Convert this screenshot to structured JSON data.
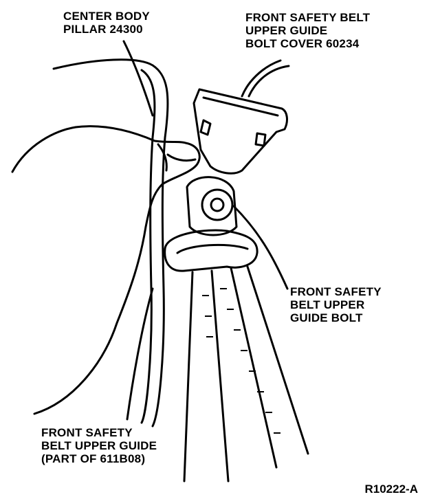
{
  "callouts": {
    "center_body_pillar": [
      "CENTER BODY",
      "PILLAR 24300"
    ],
    "upper_guide_bolt_cover": [
      "FRONT SAFETY BELT",
      "UPPER GUIDE",
      "BOLT COVER 60234"
    ],
    "upper_guide_bolt": [
      "FRONT SAFETY",
      "BELT UPPER",
      "GUIDE BOLT"
    ],
    "upper_guide": [
      "FRONT SAFETY",
      "BELT UPPER GUIDE",
      "(PART OF 611B08)"
    ]
  },
  "reference_code": "R10222-A"
}
